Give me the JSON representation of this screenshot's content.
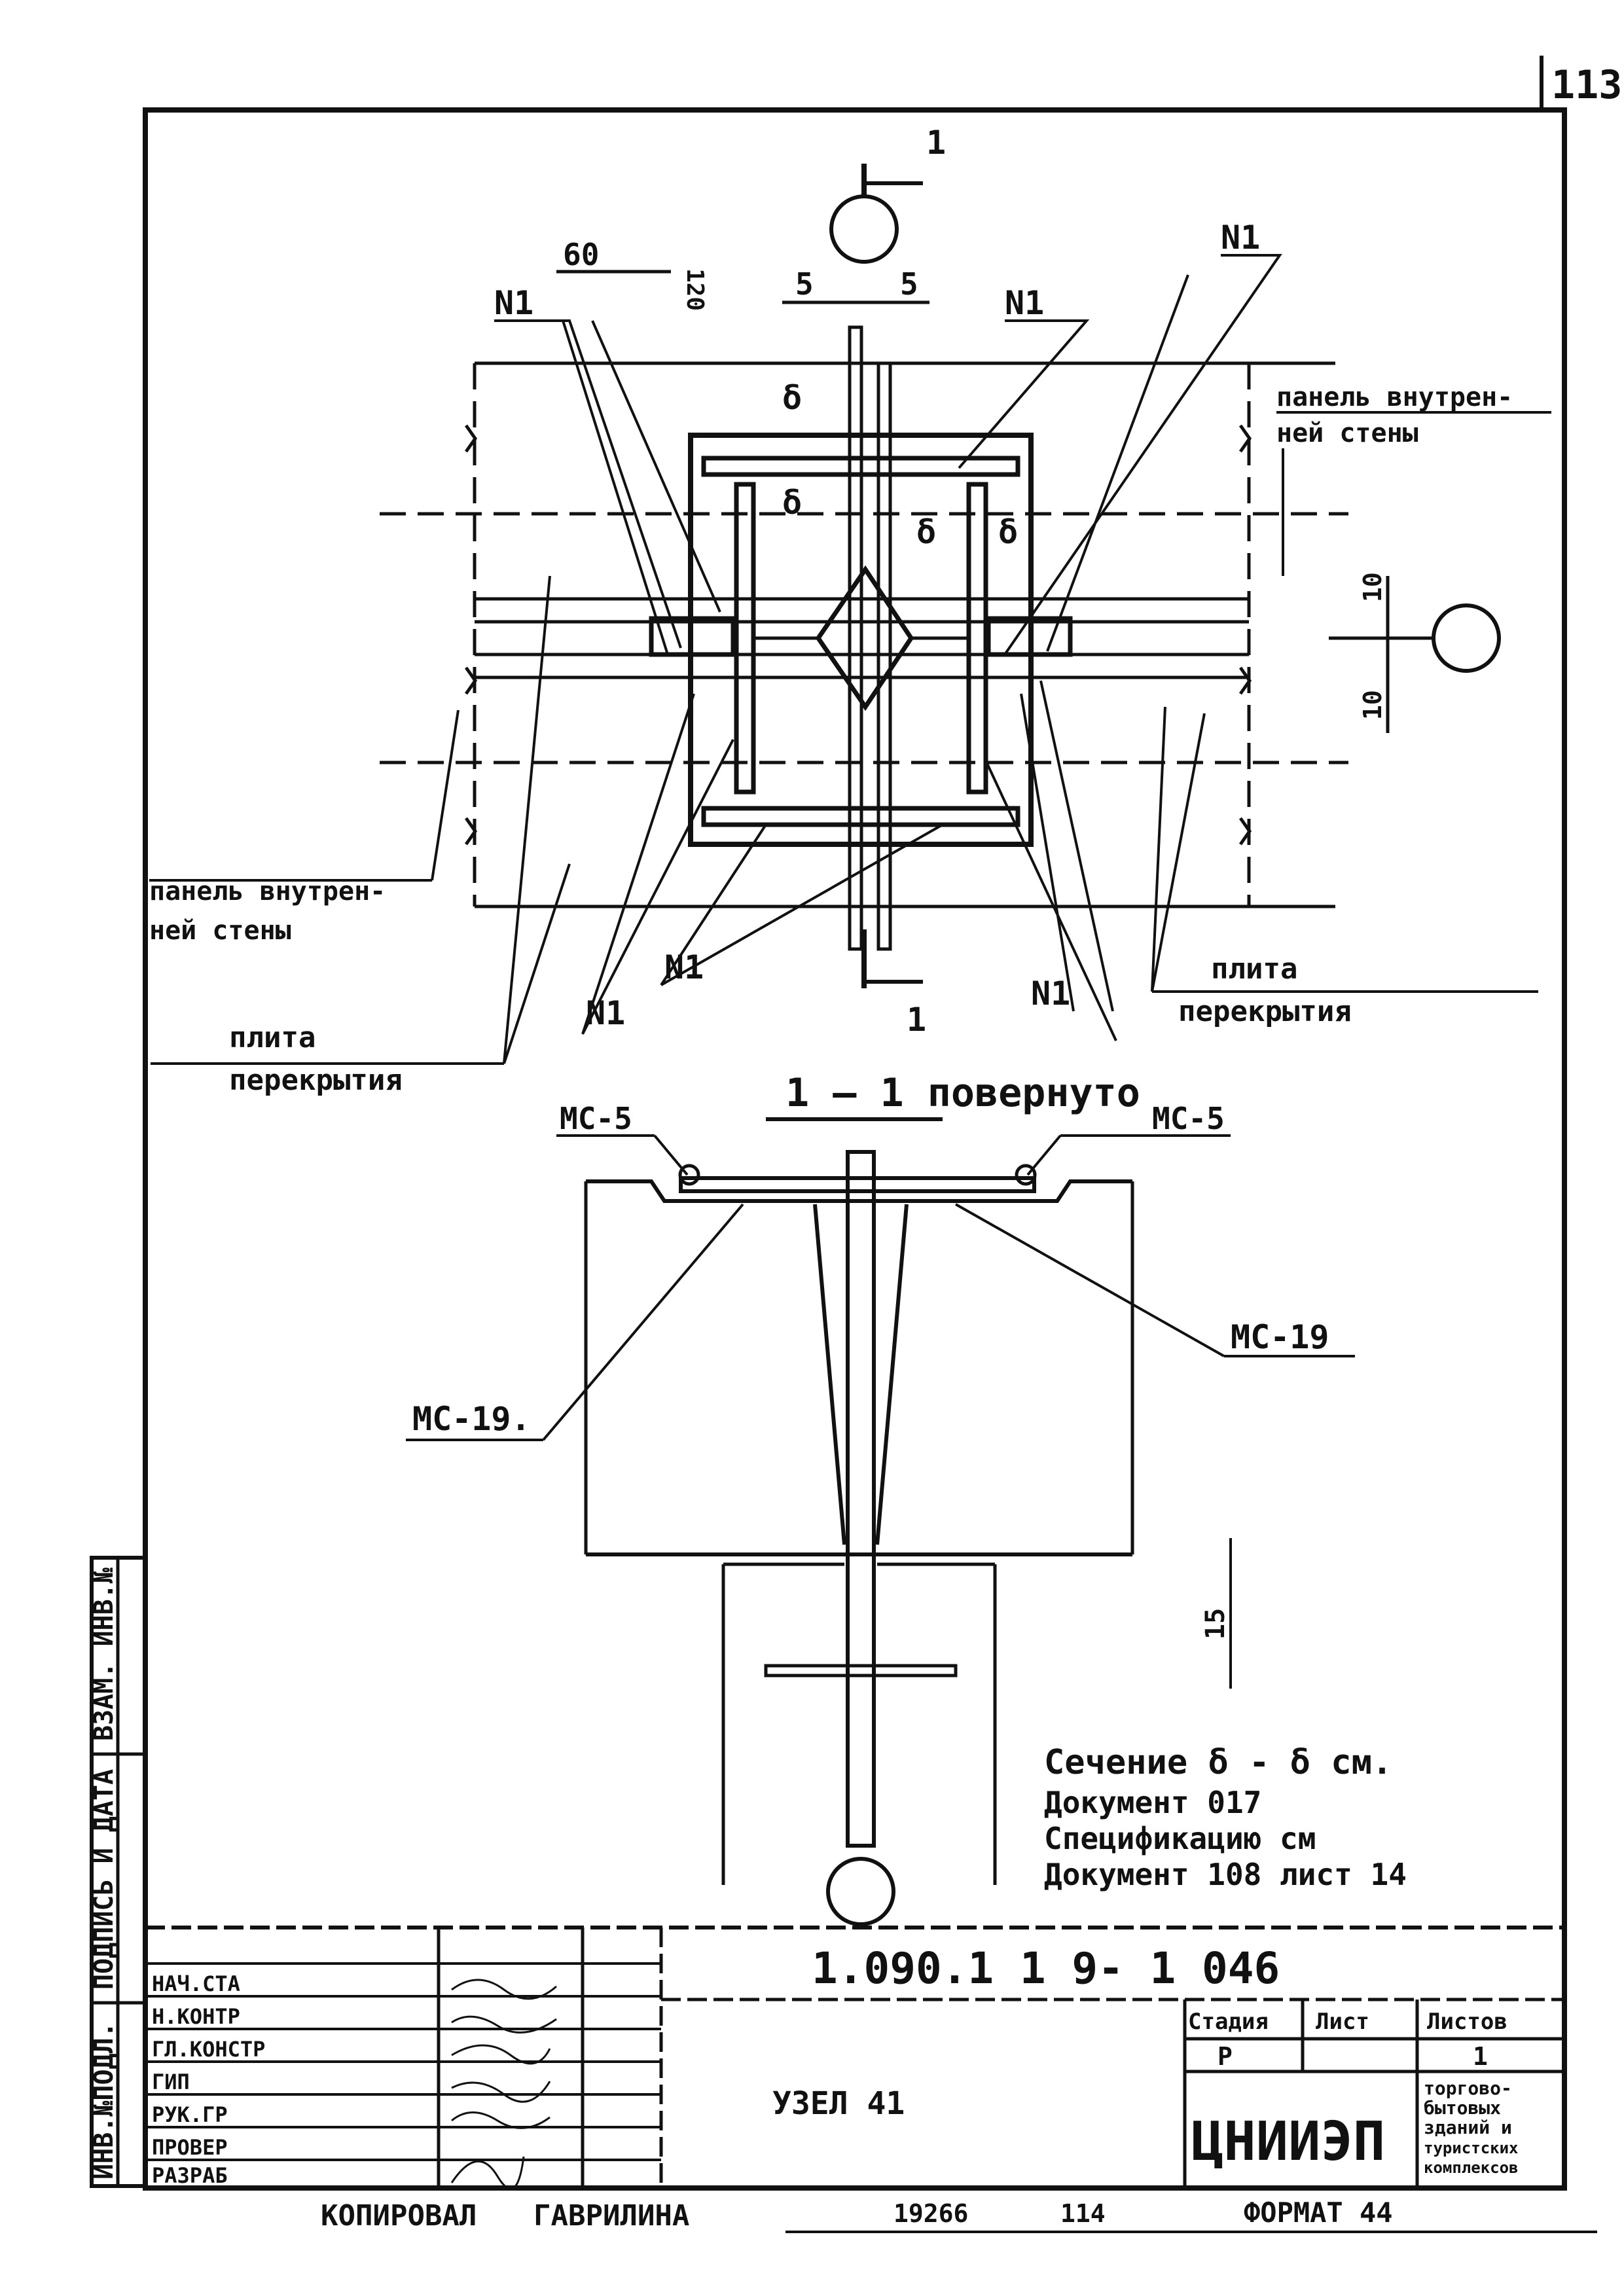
{
  "page_number": "113",
  "plan": {
    "marker_1_top": "1",
    "marker_1_bottom": "1",
    "dim_60": "60",
    "dim_120": "120",
    "dim_5_left": "5",
    "dim_5_right": "5",
    "dim_10_top": "10",
    "dim_10_bottom": "10",
    "delta_labels": [
      "δ",
      "δ",
      "δ",
      "δ"
    ],
    "n1": "N1",
    "wall_panel": [
      "панель внутрен-",
      "ней стены"
    ],
    "floor_slab": [
      "плита",
      "перекрытия"
    ]
  },
  "section": {
    "title": "1 — 1 повернуто",
    "mc5": "МС-5",
    "mc19": "МС-19",
    "mc19_left": "МС-19.",
    "dim_15": "15"
  },
  "notes": [
    "Сечение  δ - δ  см.",
    "Документ   017",
    "Спецификацию  см",
    "Документ   108 лист 14"
  ],
  "title_block": {
    "code": "1.090.1  1    9- 1   046",
    "roles": [
      "НАЧ.СТА",
      "Н.КОНТР",
      "ГЛ.КОНСТР",
      "ГИП",
      "РУК.ГР",
      "ПРОВЕР",
      "РАЗРАБ"
    ],
    "sheet_name": "УЗЕЛ  41",
    "stage_header": "Стадия",
    "sheet_header": "Лист",
    "sheets_header": "Листов",
    "stage_value": "Р",
    "sheets_value": "1",
    "org": "ЦНИИЭП",
    "org_sub": [
      "торгово-",
      "бытовых",
      "зданий и",
      "туристских",
      "комплексов"
    ]
  },
  "side_stamp": [
    "ИНВ.№ПОДЛ.",
    "ПОДПИСЬ И ДАТА",
    "ВЗАМ. ИНВ.№"
  ],
  "footer": {
    "copied": "КОПИРОВАЛ",
    "name": "ГАВРИЛИНА",
    "order": "19266",
    "num": "114",
    "format": "ФОРМАТ 44"
  }
}
